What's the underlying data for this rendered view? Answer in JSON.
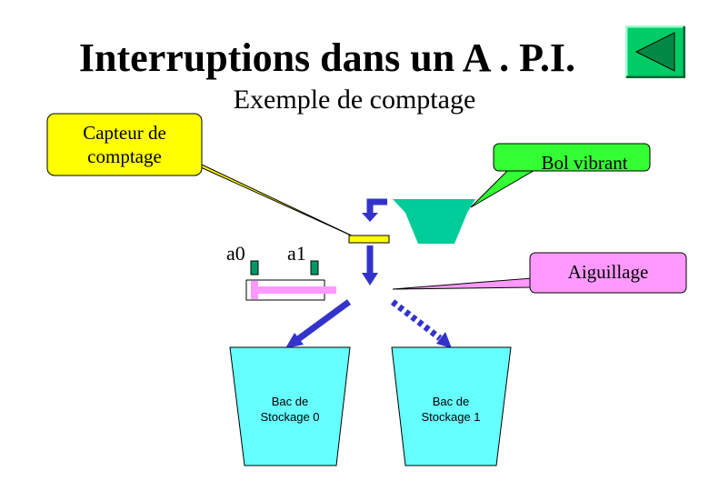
{
  "header": {
    "title": "Interruptions dans un A . P.I.",
    "subtitle": "Exemple de comptage"
  },
  "callouts": {
    "capteur": "Capteur de comptage",
    "bol": "Bol vibrant",
    "aiguillage": "Aiguillage"
  },
  "sensors": {
    "a0": "a0",
    "a1": "a1"
  },
  "bins": {
    "bin0": "Bac de Stockage 0",
    "bin1": "Bac de Stockage 1"
  },
  "colors": {
    "callout_yellow": "#ffff00",
    "callout_green": "#33ff33",
    "callout_pink": "#ff99ff",
    "bowl_green": "#00cc99",
    "bin_cyan": "#66ffff",
    "arrow_blue": "#3333cc",
    "sensor_green": "#009966",
    "piston_pink": "#ff99ff",
    "nav_green": "#00cc66"
  },
  "nav": {
    "icon": "back-triangle-icon"
  }
}
